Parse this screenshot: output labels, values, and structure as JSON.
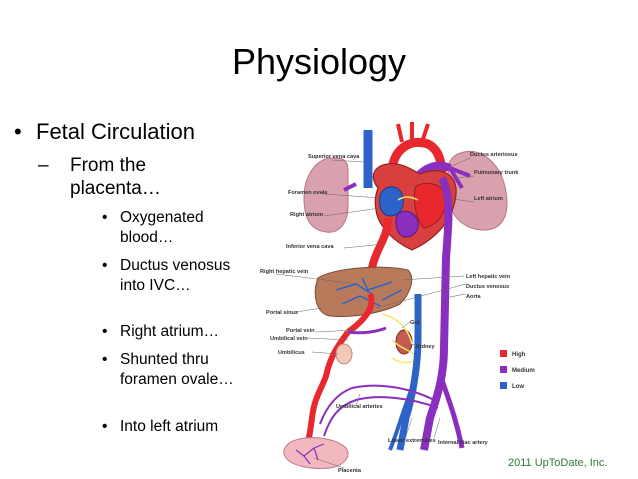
{
  "slide": {
    "title": "Physiology",
    "bullets": {
      "level1": "Fetal Circulation",
      "level2": "From the placenta…",
      "level3": [
        "Oxygenated blood…",
        "Ductus venosus into IVC…",
        "Right atrium…",
        "Shunted thru foramen ovale…",
        "Into left atrium"
      ]
    },
    "bullet_glyphs": {
      "level1": "•",
      "level2": "–",
      "level3": "•"
    }
  },
  "diagram": {
    "labels": {
      "superior_vena_cava": "Superior vena cava",
      "ductus_arteriosus": "Ductus arteriosus",
      "pulmonary_trunk": "Pulmonary trunk",
      "foramen_ovale": "Foramen ovale",
      "right_atrium": "Right atrium",
      "left_atrium": "Left atrium",
      "inferior_vena_cava": "Inferior vena cava",
      "right_hepatic_vein": "Right hepatic vein",
      "left_hepatic_vein": "Left hepatic vein",
      "ductus_venosus": "Ductus venosus",
      "aorta": "Aorta",
      "portal_sinus": "Portal sinus",
      "gut": "Gut",
      "portal_vein": "Portal vein",
      "umbilical_vein": "Umbilical vein",
      "kidney": "Kidney",
      "umbilicus": "Umbilicus",
      "umbilical_arteries": "Umbilical arteries",
      "lower_extremities": "Lower extremities",
      "internal_iliac_artery": "Internal iliac artery",
      "placenta": "Placenta"
    },
    "legend": [
      {
        "label": "High",
        "color": "#e8282d"
      },
      {
        "label": "Medium",
        "color": "#8a2ec0"
      },
      {
        "label": "Low",
        "color": "#2d63c8"
      }
    ],
    "colors": {
      "high": "#e8282d",
      "medium": "#8a2ec0",
      "low": "#2d63c8",
      "lung": "#d9a0ad",
      "liver": "#b97a5c",
      "placenta": "#f2b8c0"
    }
  },
  "credit": "2011 UpToDate, Inc."
}
